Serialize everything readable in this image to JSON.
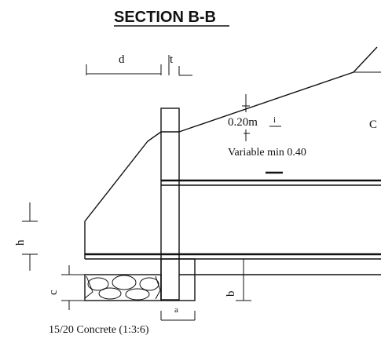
{
  "title": "SECTION B-B",
  "dimensions": {
    "d": "d",
    "t": "t",
    "top_offset": "0.20m",
    "ground_min": "Variable min 0.40",
    "h": "h",
    "c": "c",
    "b": "b",
    "a": "a",
    "i": "i",
    "edge_mark": "C"
  },
  "notes": {
    "concrete": "15/20 Concrete (1:3:6)"
  }
}
